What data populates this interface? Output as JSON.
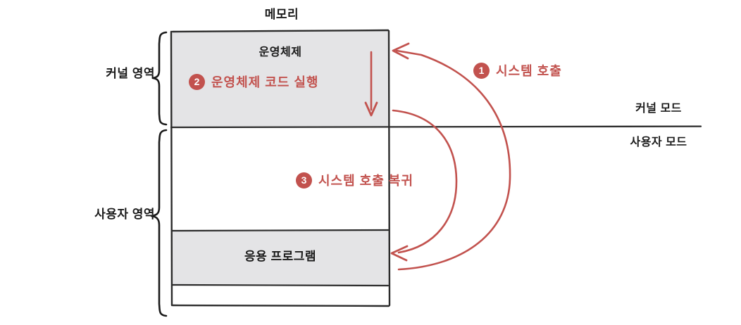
{
  "diagram": {
    "title": "메모리",
    "memory_box": {
      "os_region_label": "운영체제",
      "app_region_label": "응용 프로그램"
    },
    "left_brackets": [
      {
        "label": "커널 영역"
      },
      {
        "label": "사용자 영역"
      }
    ],
    "right_modes": {
      "above_line": "커널 모드",
      "below_line": "사용자 모드"
    },
    "annotations": [
      {
        "number": "1",
        "text": "시스템 호출"
      },
      {
        "number": "2",
        "text": "운영체제 코드 실행"
      },
      {
        "number": "3",
        "text": "시스템 호출 복귀"
      }
    ],
    "colors": {
      "accent_red": "#c2524e",
      "region_fill": "#e4e4e6",
      "stroke": "#2b2b2b",
      "background": "#ffffff"
    },
    "icons": {
      "down_arrow": "down-arrow-icon",
      "call_arrow": "curved-arrow-left-icon",
      "return_arrow": "curved-arrow-left-icon"
    }
  }
}
